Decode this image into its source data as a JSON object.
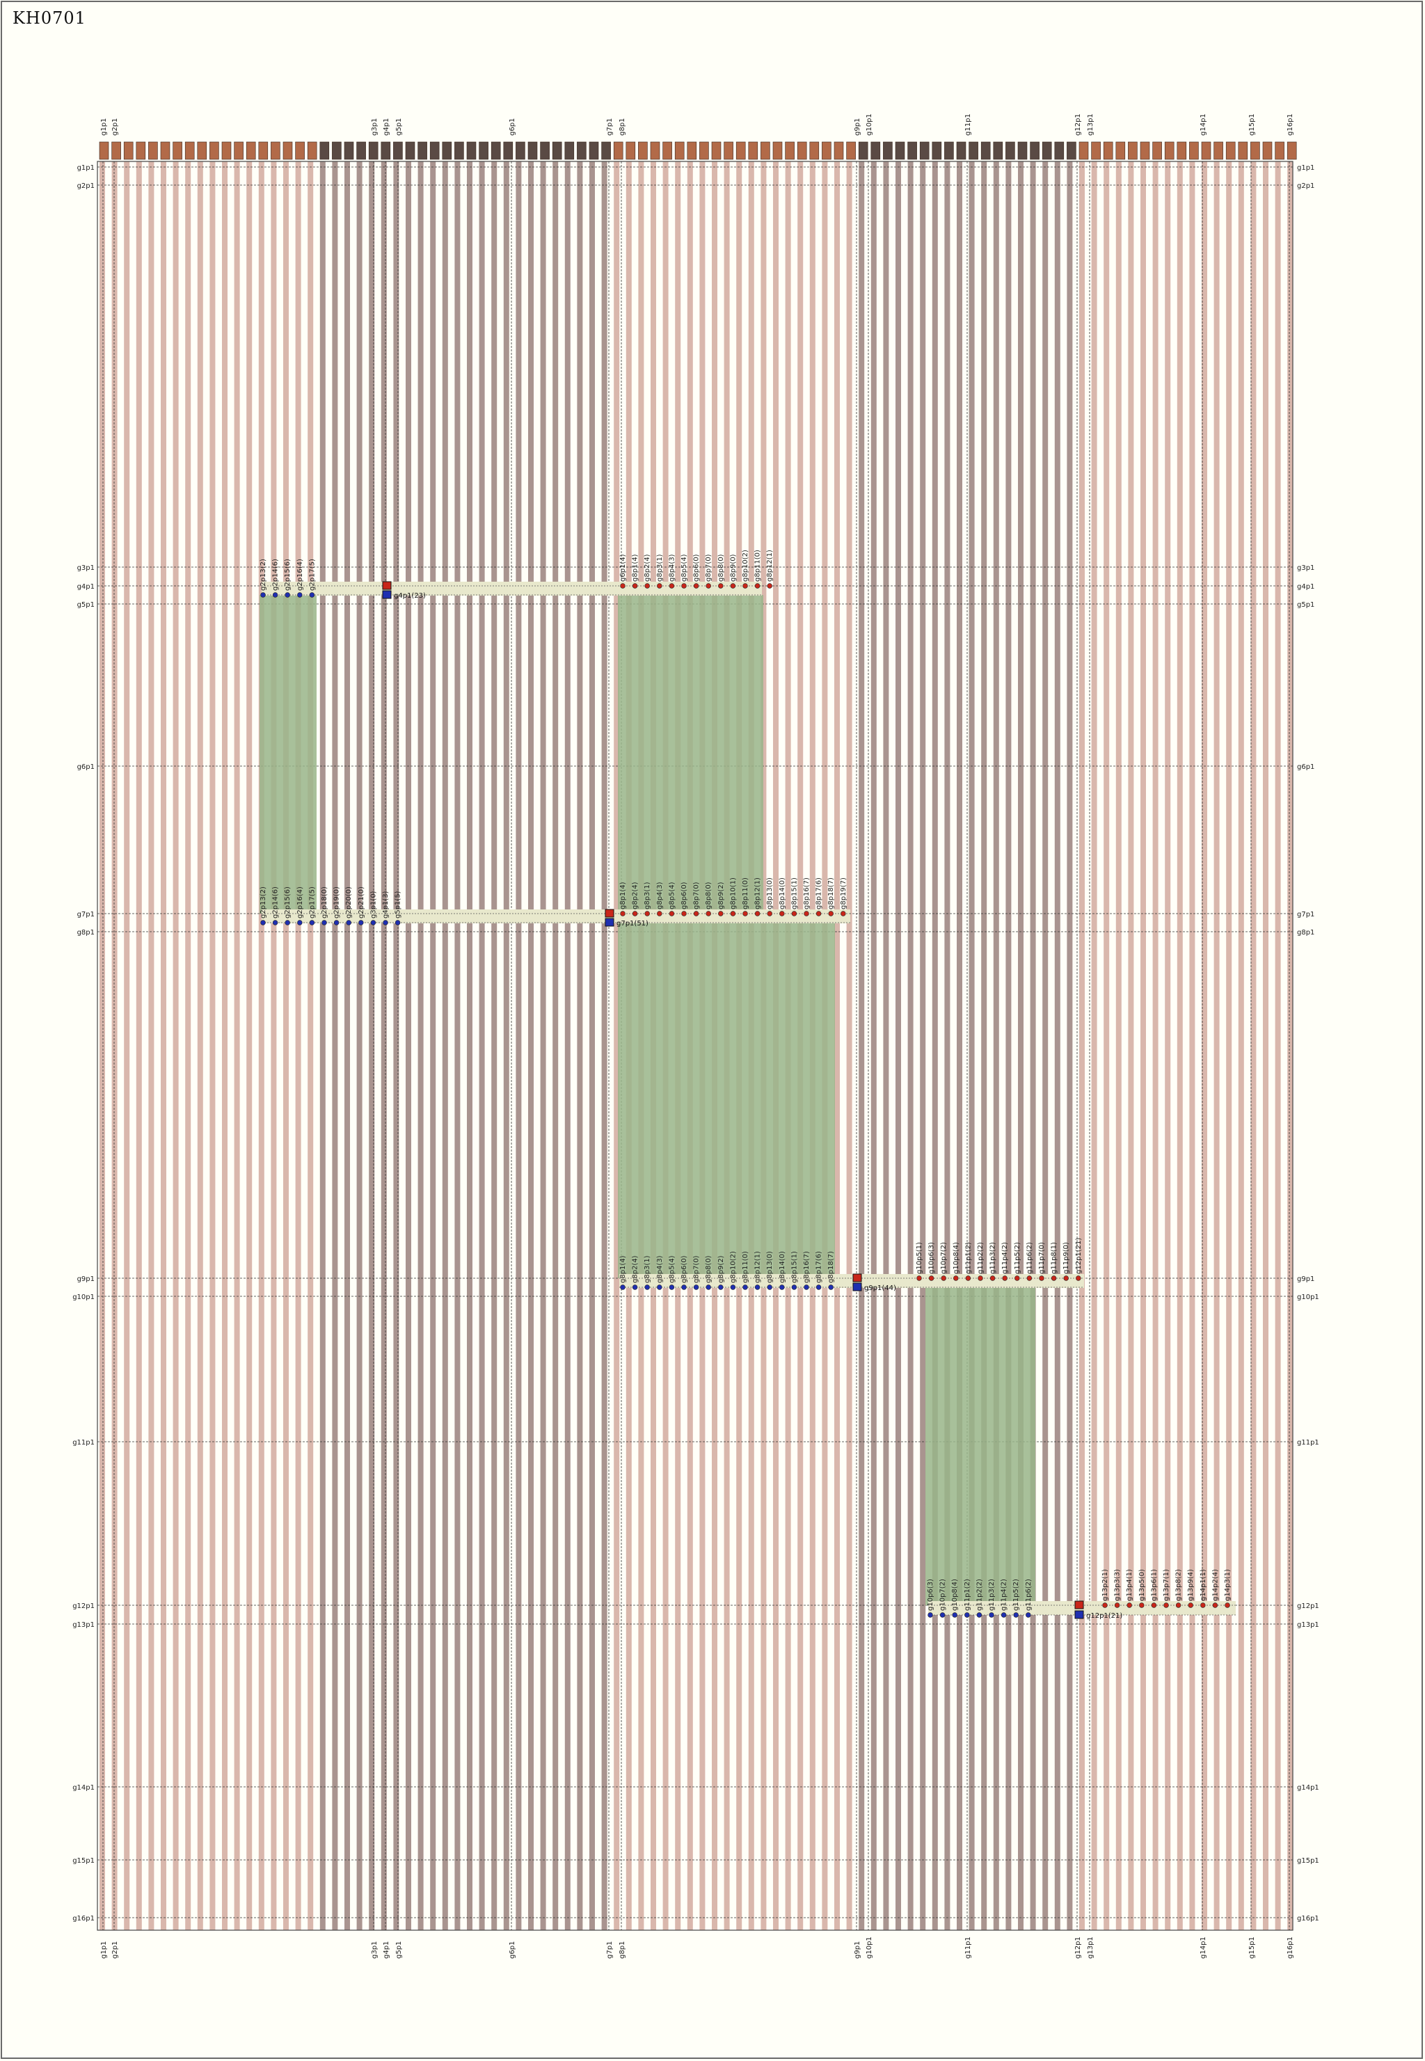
{
  "title": "KH0701",
  "rows": [
    "g1p1",
    "g2p1",
    "g3p1",
    "g4p1",
    "g5p1",
    "g6p1",
    "g7p1",
    "g8p1",
    "g9p1",
    "g10p1",
    "g11p1",
    "g12p1",
    "g13p1",
    "g14p1",
    "g15p1",
    "g16p1"
  ],
  "columns": [
    "g1p1",
    "g2p1",
    "g3p1",
    "g4p1",
    "g5p1",
    "g6p1",
    "g7p1",
    "g8p1",
    "g9p1",
    "g10p1",
    "g11p1",
    "g12p1",
    "g13p1",
    "g14p1",
    "g15p1",
    "g16p1"
  ],
  "colors": {
    "background": "#fffff8",
    "stripe_light": "#d9b7ac",
    "stripe_dark": "#a9948f",
    "match_band": "#e8e8cc",
    "green_fill": "#99b58a",
    "blue_dot": "#1f2fb0",
    "red_dot": "#c8261a"
  },
  "blocks": [
    {
      "red_box_label": "",
      "blue_box_label": "g4p1(23)",
      "top_labels": [
        "g6p1(4)",
        "g8p1(4)",
        "g8p2(4)",
        "g8p3(1)",
        "g8p4(3)",
        "g8p5(4)",
        "g8p6(0)",
        "g8p7(0)",
        "g8p8(0)",
        "g8p9(0)",
        "g8p10(2)",
        "g8p11(0)",
        "g8p12(1)"
      ],
      "bottom_labels": [
        "g2p13(2)",
        "g2p14(6)",
        "g2p15(6)",
        "g2p16(4)",
        "g2p17(5)"
      ]
    },
    {
      "red_box_label": "",
      "blue_box_label": "g7p1(51)",
      "top_labels": [
        "g8p1(4)",
        "g8p2(4)",
        "g8p3(1)",
        "g8p4(3)",
        "g8p5(4)",
        "g8p6(0)",
        "g8p7(0)",
        "g8p8(0)",
        "g8p9(2)",
        "g8p10(1)",
        "g8p11(0)",
        "g8p12(1)",
        "g8p13(0)",
        "g8p14(0)",
        "g8p15(1)",
        "g8p16(7)",
        "g8p17(6)",
        "g8p18(7)",
        "g8p19(7)"
      ],
      "bottom_labels": [
        "g2p13(2)",
        "g2p14(6)",
        "g2p15(6)",
        "g2p16(4)",
        "g2p17(5)",
        "g2p18(0)",
        "g2p19(0)",
        "g2p20(0)",
        "g2p21(0)",
        "g3p1(0)",
        "g4p1(3)",
        "g5p1(5)"
      ]
    },
    {
      "red_box_label": "",
      "blue_box_label": "g9p1(44)",
      "top_labels": [
        "g10p5(1)",
        "g10p6(3)",
        "g10p7(2)",
        "g10p8(4)",
        "g11p1(2)",
        "g11p2(2)",
        "g11p3(2)",
        "g11p4(2)",
        "g11p5(2)",
        "g11p6(2)",
        "g11p7(0)",
        "g11p8(1)",
        "g11p9(0)",
        "g12p1(21)"
      ],
      "bottom_labels": [
        "g8p1(4)",
        "g8p2(4)",
        "g8p3(1)",
        "g8p4(3)",
        "g8p5(4)",
        "g8p6(0)",
        "g8p7(0)",
        "g8p8(0)",
        "g8p9(2)",
        "g8p10(2)",
        "g8p11(0)",
        "g8p12(1)",
        "g8p13(0)",
        "g8p14(0)",
        "g8p15(1)",
        "g8p16(7)",
        "g8p17(6)",
        "g8p18(7)"
      ]
    },
    {
      "red_box_label": "",
      "blue_box_label": "g12p1(21)",
      "top_labels": [
        "g13p2(1)",
        "g13p3(3)",
        "g13p4(1)",
        "g13p5(0)",
        "g13p6(1)",
        "g13p7(1)",
        "g13p8(2)",
        "g13p9(4)",
        "g14p1(1)",
        "g14p2(4)",
        "g14p3(1)"
      ],
      "bottom_labels": [
        "g10p6(3)",
        "g10p7(2)",
        "g10p8(4)",
        "g11p1(2)",
        "g11p2(2)",
        "g11p3(2)",
        "g11p4(2)",
        "g11p5(2)",
        "g11p6(2)"
      ]
    }
  ]
}
